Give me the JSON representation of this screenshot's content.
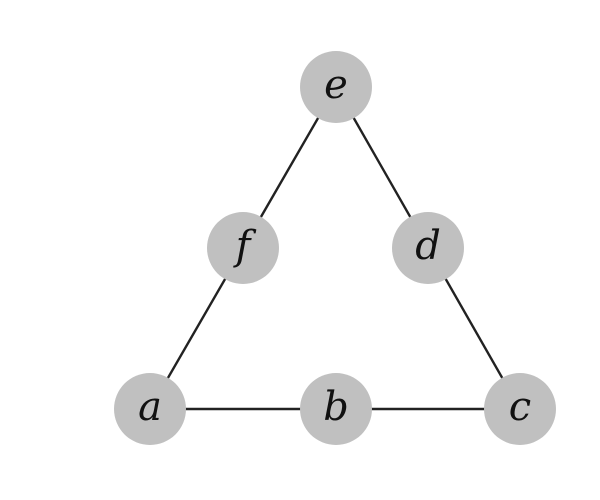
{
  "graph": {
    "nodes": [
      {
        "id": "e",
        "label": "e"
      },
      {
        "id": "f",
        "label": "f"
      },
      {
        "id": "d",
        "label": "d"
      },
      {
        "id": "a",
        "label": "a"
      },
      {
        "id": "b",
        "label": "b"
      },
      {
        "id": "c",
        "label": "c"
      }
    ],
    "edges": [
      {
        "from": "e",
        "to": "f"
      },
      {
        "from": "f",
        "to": "a"
      },
      {
        "from": "e",
        "to": "d"
      },
      {
        "from": "d",
        "to": "c"
      },
      {
        "from": "a",
        "to": "b"
      },
      {
        "from": "b",
        "to": "c"
      }
    ],
    "colors": {
      "node_fill": "#c0c0c0",
      "edge": "#222222",
      "label": "#111111",
      "background": "#ffffff"
    }
  }
}
